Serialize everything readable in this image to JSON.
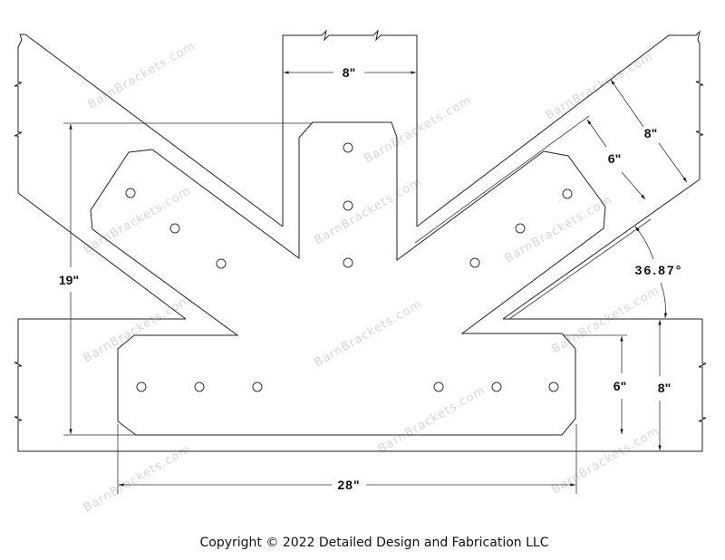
{
  "watermark": "BarnBrackets.com",
  "dimensions": {
    "post_width": "8\"",
    "total_height": "19\"",
    "rafter_depth": "8\"",
    "rafter_plate_width": "6\"",
    "angle": "36.87°",
    "beam_plate_height": "6\"",
    "beam_depth": "8\"",
    "total_width": "28\""
  },
  "copyright": "Copyright © 2022 Detailed Design and Fabrication LLC"
}
